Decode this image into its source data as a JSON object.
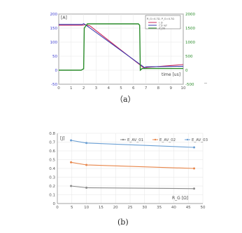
{
  "captions": {
    "a": "（a）",
    "b": "(b)"
  },
  "chart_data": [
    {
      "type": "line",
      "title": "",
      "xlabel": "time [us]",
      "y_left_label": "[A]",
      "y_left_ticks": [
        "200",
        "150",
        "100",
        "50",
        "0",
        "-50"
      ],
      "y_right_ticks": [
        "2000",
        "1500",
        "1000",
        "500",
        "0",
        "-500"
      ],
      "x_ticks": [
        "0",
        "1",
        "2",
        "3",
        "4",
        "5",
        "6",
        "7",
        "8",
        "9",
        "10"
      ],
      "xlim": [
        0,
        10
      ],
      "ylim_left": [
        -50,
        200
      ],
      "ylim_right": [
        -500,
        2000
      ],
      "legend_header": "R_G=4.7Ω, P_G=4.7Ω",
      "legend": [
        {
          "name": "I_D",
          "color": "#cc2a5c"
        },
        {
          "name": "I_D ref",
          "color": "#3b3bb0"
        },
        {
          "name": "V_DS",
          "color": "#2a8c2a"
        }
      ],
      "series": [
        {
          "name": "I_D",
          "axis": "left",
          "color": "#cc2a5c",
          "x": [
            0,
            1.9,
            2.1,
            2.5,
            6.9,
            7.1,
            10
          ],
          "y": [
            160,
            160,
            162,
            158,
            6,
            10,
            20
          ]
        },
        {
          "name": "I_D ref",
          "axis": "left",
          "color": "#3b3bb0",
          "x": [
            0,
            1.9,
            2.0,
            2.2,
            6.9,
            7.0,
            10
          ],
          "y": [
            163,
            163,
            166,
            160,
            9,
            12,
            14
          ]
        },
        {
          "name": "V_DS",
          "axis": "right",
          "color": "#2a8c2a",
          "x": [
            0,
            1.8,
            2.0,
            2.05,
            2.3,
            6.4,
            6.5,
            6.55,
            6.7,
            10
          ],
          "y": [
            0,
            0,
            50,
            1500,
            1650,
            1650,
            1600,
            0,
            60,
            60
          ]
        }
      ],
      "grid": true,
      "colors": {
        "left_axis": "#3c3cd0",
        "right_axis": "#2a8c2a",
        "frame": "#333333"
      }
    },
    {
      "type": "line",
      "title": "",
      "xlabel": "R_G [Ω]",
      "ylabel": "[J]",
      "x_ticks": [
        "0",
        "5",
        "10",
        "15",
        "20",
        "25",
        "30",
        "35",
        "40",
        "45",
        "50"
      ],
      "y_ticks": [
        "0",
        "0.1",
        "0.2",
        "0.3",
        "0.4",
        "0.5",
        "0.6",
        "0.7",
        "0.8"
      ],
      "xlim": [
        0,
        50
      ],
      "ylim": [
        0,
        0.8
      ],
      "grid": true,
      "legend_position": "top-right",
      "series": [
        {
          "name": "E_AV_01",
          "color": "#8a8a8a",
          "x": [
            4.7,
            10,
            47
          ],
          "y": [
            0.2,
            0.18,
            0.17
          ]
        },
        {
          "name": "E_AV_02",
          "color": "#e8864a",
          "x": [
            4.7,
            10,
            47
          ],
          "y": [
            0.47,
            0.44,
            0.4
          ]
        },
        {
          "name": "E_AV_03",
          "color": "#6a9fd4",
          "x": [
            4.7,
            10,
            47
          ],
          "y": [
            0.72,
            0.69,
            0.64
          ]
        }
      ]
    }
  ]
}
